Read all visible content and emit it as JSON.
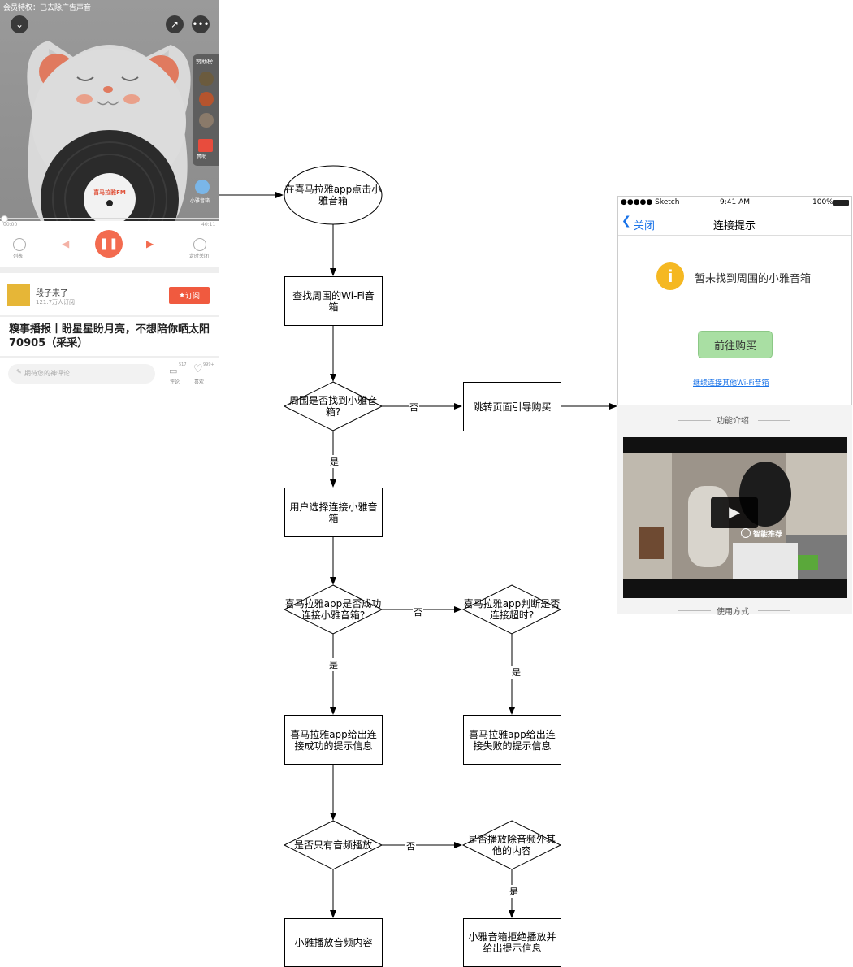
{
  "phone": {
    "vip_text": "会员特权：已去除广告声音",
    "panel_title": "赞助榜",
    "reward_label": "赞助",
    "speaker_label": "小雅音箱",
    "disc_label": "喜马拉雅FM",
    "time_start": "00:00",
    "time_end": "40:11",
    "playlist_label": "列表",
    "timer_label": "定时关闭",
    "album_name": "段子来了",
    "album_subs": "121.7万人订阅",
    "subscribe_label": "订阅",
    "track_title": "糗事播报丨盼星星盼月亮，不想陪你晒太阳 70905（采采）",
    "comment_placeholder": "期待您的神评论",
    "comment_count": "517",
    "comment_label": "评论",
    "like_count": "999+",
    "like_label": "喜欢"
  },
  "flow": {
    "start": "在喜马拉雅app点击小雅音箱",
    "search": "查找周围的Wi-Fi音箱",
    "found_q": "周围是否找到小雅音箱?",
    "guide_buy": "跳转页面引导购买",
    "select": "用户选择连接小雅音箱",
    "connect_q": "喜马拉雅app是否成功连接小雅音箱?",
    "timeout_q": "喜马拉雅app判断是否连接超时?",
    "success_msg": "喜马拉雅app给出连接成功的提示信息",
    "fail_msg": "喜马拉雅app给出连接失败的提示信息",
    "audio_only_q": "是否只有音频播放",
    "other_content_q": "是否播放除音频外其他的内容",
    "play_audio": "小雅播放音频内容",
    "reject": "小雅音箱拒绝播放并给出提示信息",
    "yes": "是",
    "no": "否"
  },
  "ios": {
    "carrier": "●●●●● Sketch",
    "time": "9:41 AM",
    "battery": "100%",
    "close_label": "关闭",
    "nav_title": "连接提示",
    "not_found": "暂未找到周围的小雅音箱",
    "buy_button": "前往购买",
    "other_wifi_link": "继续连接其他Wi-Fi音箱",
    "intro_heading": "功能介绍",
    "video_caption": "智能推荐",
    "usage_heading": "使用方式",
    "accent_color": "#1a73e8",
    "buy_button_color": "#a9dfa3",
    "info_icon_color": "#f5b822"
  }
}
